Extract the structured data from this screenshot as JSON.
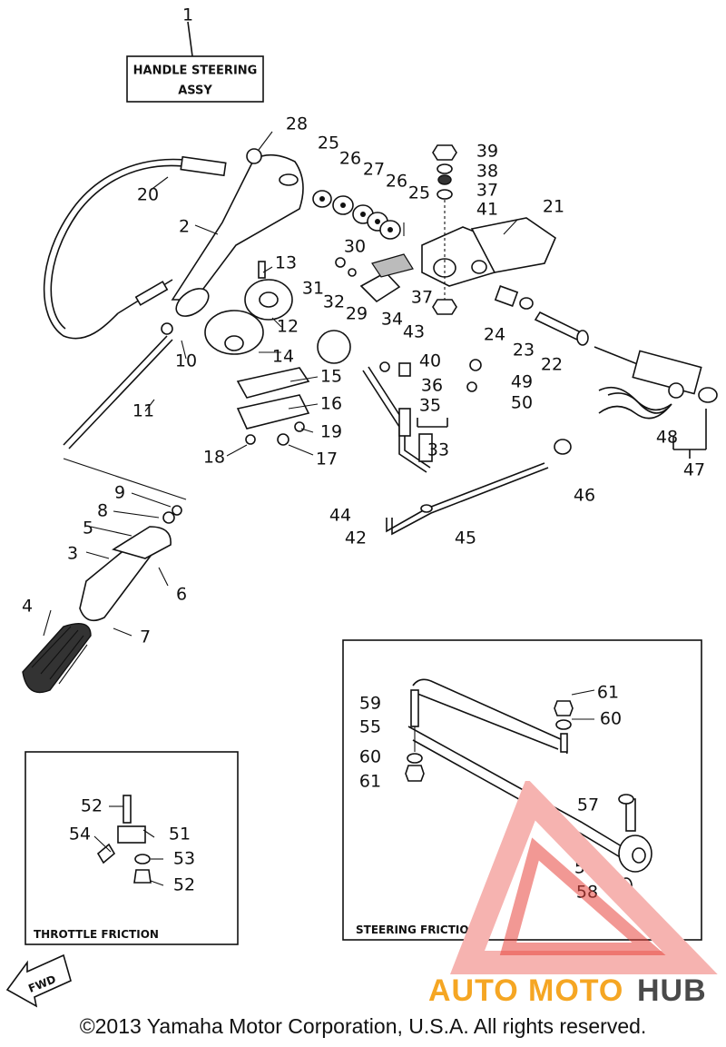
{
  "title_box": {
    "line1": "HANDLE STEERING",
    "line2": "ASSY"
  },
  "callouts": [
    {
      "id": "c1",
      "text": "1"
    },
    {
      "id": "c2",
      "text": "2"
    },
    {
      "id": "c3",
      "text": "3"
    },
    {
      "id": "c4",
      "text": "4"
    },
    {
      "id": "c5",
      "text": "5"
    },
    {
      "id": "c6",
      "text": "6"
    },
    {
      "id": "c7",
      "text": "7"
    },
    {
      "id": "c8",
      "text": "8"
    },
    {
      "id": "c9",
      "text": "9"
    },
    {
      "id": "c10",
      "text": "10"
    },
    {
      "id": "c11",
      "text": "11"
    },
    {
      "id": "c12",
      "text": "12"
    },
    {
      "id": "c13",
      "text": "13"
    },
    {
      "id": "c14",
      "text": "14"
    },
    {
      "id": "c15",
      "text": "15"
    },
    {
      "id": "c16",
      "text": "16"
    },
    {
      "id": "c17",
      "text": "17"
    },
    {
      "id": "c18",
      "text": "18"
    },
    {
      "id": "c19",
      "text": "19"
    },
    {
      "id": "c20",
      "text": "20"
    },
    {
      "id": "c21",
      "text": "21"
    },
    {
      "id": "c22",
      "text": "22"
    },
    {
      "id": "c23",
      "text": "23"
    },
    {
      "id": "c24",
      "text": "24"
    },
    {
      "id": "c25a",
      "text": "25"
    },
    {
      "id": "c25b",
      "text": "25"
    },
    {
      "id": "c26a",
      "text": "26"
    },
    {
      "id": "c26b",
      "text": "26"
    },
    {
      "id": "c27",
      "text": "27"
    },
    {
      "id": "c28",
      "text": "28"
    },
    {
      "id": "c29",
      "text": "29"
    },
    {
      "id": "c30",
      "text": "30"
    },
    {
      "id": "c31",
      "text": "31"
    },
    {
      "id": "c32",
      "text": "32"
    },
    {
      "id": "c33",
      "text": "33"
    },
    {
      "id": "c34",
      "text": "34"
    },
    {
      "id": "c35",
      "text": "35"
    },
    {
      "id": "c36",
      "text": "36"
    },
    {
      "id": "c37a",
      "text": "37"
    },
    {
      "id": "c37b",
      "text": "37"
    },
    {
      "id": "c38",
      "text": "38"
    },
    {
      "id": "c39",
      "text": "39"
    },
    {
      "id": "c40",
      "text": "40"
    },
    {
      "id": "c41",
      "text": "41"
    },
    {
      "id": "c42",
      "text": "42"
    },
    {
      "id": "c43",
      "text": "43"
    },
    {
      "id": "c44",
      "text": "44"
    },
    {
      "id": "c45",
      "text": "45"
    },
    {
      "id": "c46",
      "text": "46"
    },
    {
      "id": "c47",
      "text": "47"
    },
    {
      "id": "c48",
      "text": "48"
    },
    {
      "id": "c49",
      "text": "49"
    },
    {
      "id": "c50",
      "text": "50"
    },
    {
      "id": "c51",
      "text": "51"
    },
    {
      "id": "c52a",
      "text": "52"
    },
    {
      "id": "c52b",
      "text": "52"
    },
    {
      "id": "c53",
      "text": "53"
    },
    {
      "id": "c54",
      "text": "54"
    },
    {
      "id": "c55",
      "text": "55"
    },
    {
      "id": "c56",
      "text": "56"
    },
    {
      "id": "c57",
      "text": "57"
    },
    {
      "id": "c58",
      "text": "58"
    },
    {
      "id": "c59",
      "text": "59"
    },
    {
      "id": "c60a",
      "text": "60"
    },
    {
      "id": "c60b",
      "text": "60"
    },
    {
      "id": "c61a",
      "text": "61"
    },
    {
      "id": "c61b",
      "text": "61"
    }
  ],
  "throttle_friction_label": "THROTTLE FRICTION",
  "steering_friction_label": "STEERING FRICTION",
  "fwd_label": "FWD",
  "copyright": "©2013 Yamaha Motor Corporation, U.S.A. All rights reserved.",
  "logo": {
    "part1": "AUTO",
    "part2": "MOTO",
    "part3": "HUB"
  },
  "colors": {
    "logo_red": "#e8433c",
    "logo_orange": "#f5a623",
    "logo_gray": "#4a4a4a",
    "triangle_pink": "#f6b3b0"
  }
}
